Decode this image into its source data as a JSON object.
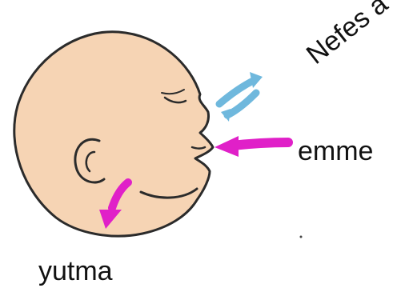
{
  "labels": {
    "breathing": "Nefes a",
    "sucking": "emme",
    "swallowing": "yutma"
  },
  "colors": {
    "skin": "#f6d4b4",
    "outline": "#2b2b2b",
    "breath_arrow": "#6fb8dd",
    "action_arrow": "#e020c8"
  }
}
